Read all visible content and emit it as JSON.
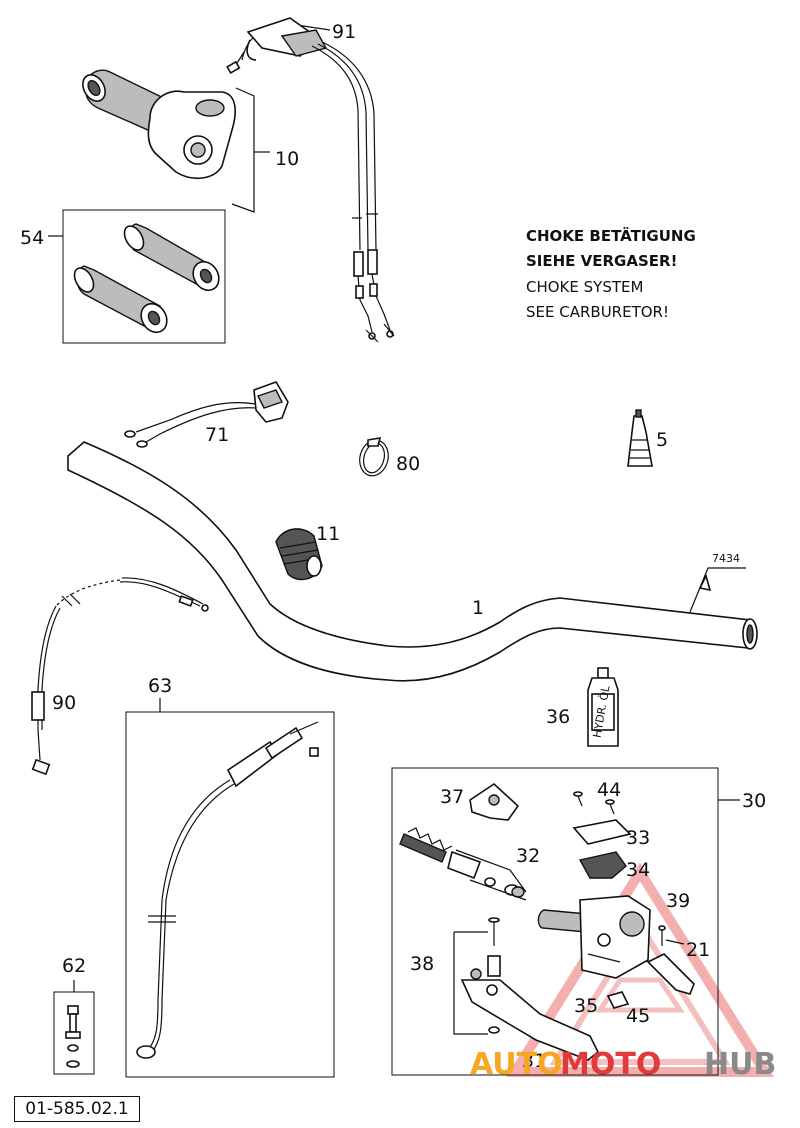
{
  "document_code": "01-585.02.1",
  "notes": {
    "de_line1": "CHOKE BETÄTIGUNG",
    "de_line2": "SIEHE VERGASER!",
    "en_line1": "CHOKE SYSTEM",
    "en_line2": "SEE CARBURETOR!"
  },
  "parts": {
    "p1": "1",
    "p5": "5",
    "p10": "10",
    "p11": "11",
    "p21": "21",
    "p30": "30",
    "p31": "31",
    "p32": "32",
    "p33": "33",
    "p34": "34",
    "p35": "35",
    "p36": "36",
    "p37": "37",
    "p38": "38",
    "p39": "39",
    "p44": "44",
    "p45": "45",
    "p54": "54",
    "p62": "62",
    "p63": "63",
    "p71": "71",
    "p80": "80",
    "p90": "90",
    "p91": "91",
    "p7434": "7434"
  },
  "labels": {
    "oil_bottle": "HYDR. ÖL"
  },
  "watermark": {
    "part1": "AUTO",
    "part2": "MOTO",
    "part3": "HUB",
    "color_orange": "#f5a623",
    "color_red": "#e03a3a",
    "color_gray": "#8a8a8a"
  }
}
